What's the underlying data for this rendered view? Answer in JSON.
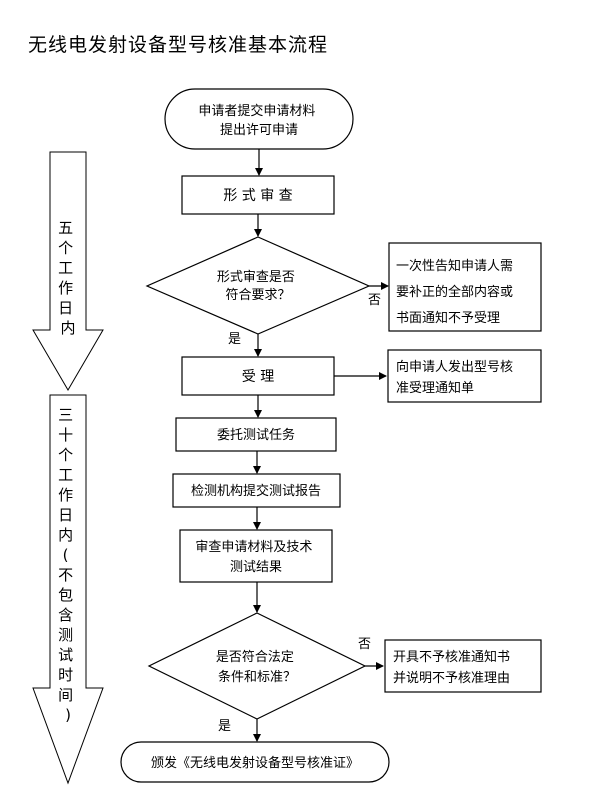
{
  "title": "无线电发射设备型号核准基本流程",
  "steps": {
    "apply": [
      "申请者提交申请材料",
      "提出许可申请"
    ],
    "formal_review": "形 式 审 查",
    "decision1": [
      "形式审查是否",
      "符合要求？"
    ],
    "notify_supplement": [
      "一次性告知申请人需",
      "要补正的全部内容或",
      "书面通知不予受理"
    ],
    "accept": "受 理",
    "accept_notice": [
      "向申请人发出型号核",
      "准受理通知单"
    ],
    "commission": "委托测试任务",
    "report": "检测机构提交测试报告",
    "review": [
      "审查申请材料及技术",
      "测试结果"
    ],
    "decision2": [
      "是否符合法定",
      "条件和标准？"
    ],
    "reject_notice": [
      "开具不予核准通知书",
      "并说明不予核准理由"
    ],
    "issue": "颁发《无线电发射设备型号核准证》"
  },
  "labels": {
    "yes1": "是",
    "no1": "否",
    "yes2": "是",
    "no2": "否"
  },
  "timeline": {
    "phase1": [
      "五",
      "个",
      "工",
      "作",
      "日",
      "内"
    ],
    "phase2": [
      "三",
      "十",
      "个",
      "工",
      "作",
      "日",
      "内",
      "(",
      "不",
      "包",
      "含",
      "测",
      "试",
      "时",
      "间",
      ")"
    ]
  }
}
